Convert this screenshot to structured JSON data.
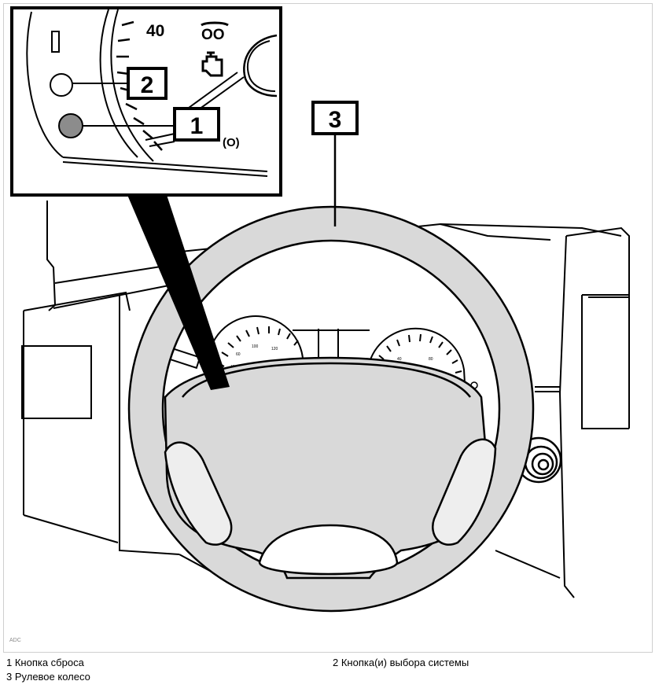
{
  "callouts": {
    "one": "1",
    "two": "2",
    "three": "3"
  },
  "gauge_labels": {
    "speed_mark": "40",
    "glow_plug_symbol": "OO",
    "zero_symbol": "(O)"
  },
  "legend": {
    "item1": "1 Кнопка сброса",
    "item2": "2 Кнопка(и) выбора системы",
    "item3": "3 Рулевое колесо"
  },
  "watermark": "ADC",
  "colors": {
    "line": "#000000",
    "wheel_fill": "#d9d9d9",
    "button_fill": "#8c8c8c",
    "background": "#ffffff"
  }
}
